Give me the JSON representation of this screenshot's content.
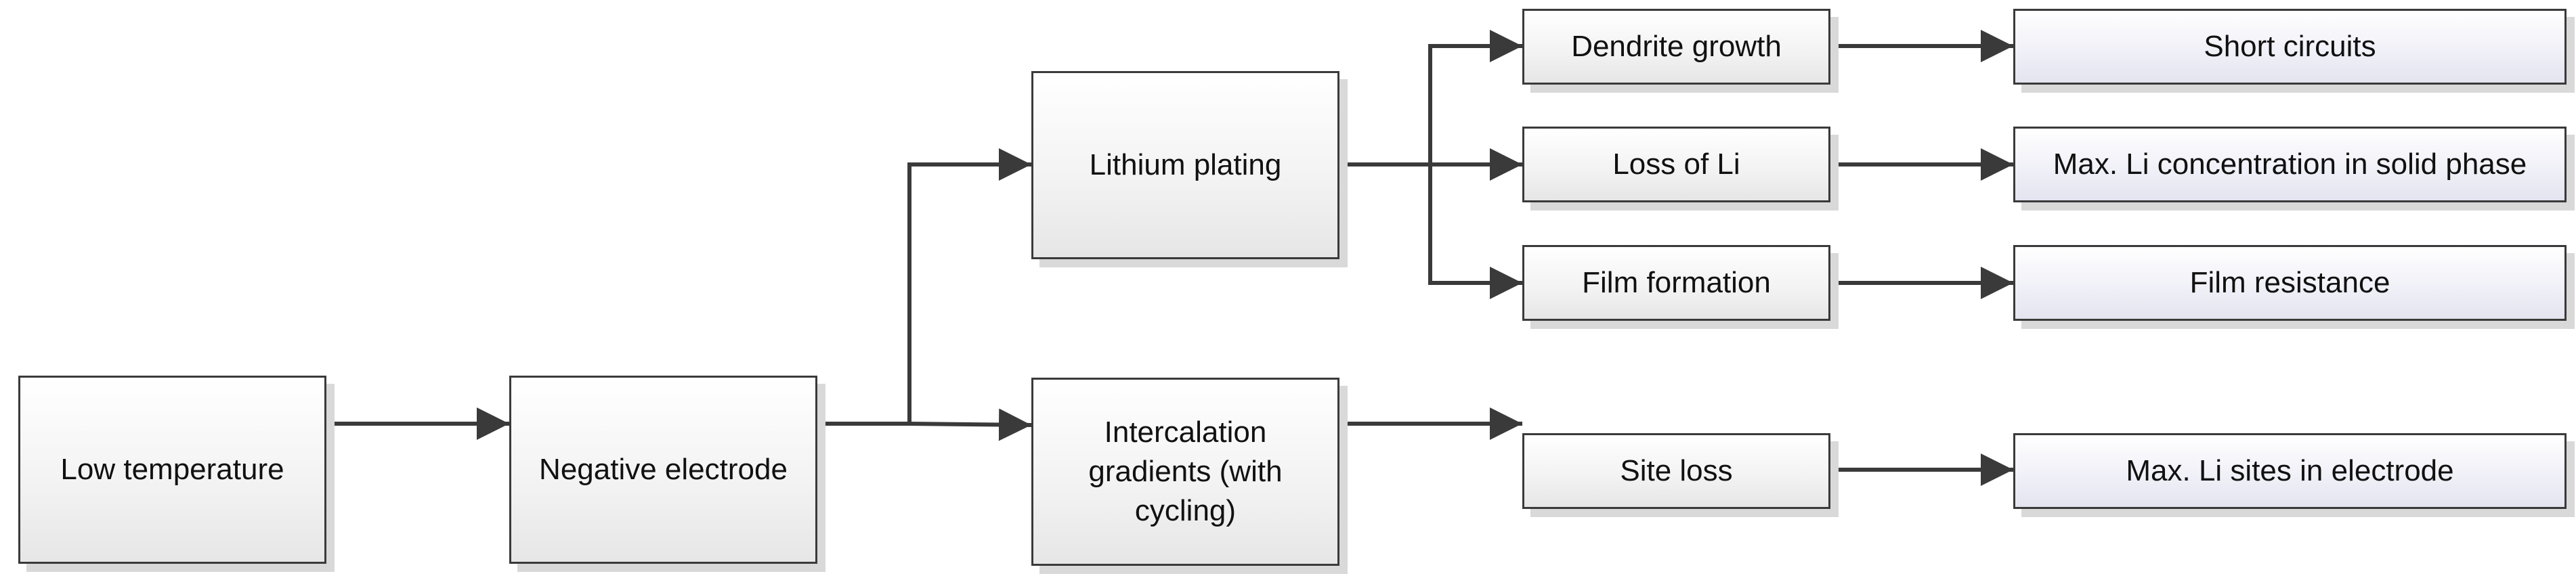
{
  "nodes": {
    "low_temperature": "Low temperature",
    "negative_electrode": "Negative electrode",
    "lithium_plating": "Lithium plating",
    "intercalation_gradients": "Intercalation\ngradients (with\ncycling)",
    "dendrite_growth": "Dendrite growth",
    "loss_of_li": "Loss of Li",
    "film_formation": "Film formation",
    "site_loss": "Site loss",
    "short_circuits": "Short circuits",
    "max_li_concentration": "Max. Li concentration in solid phase",
    "film_resistance": "Film resistance",
    "max_li_sites": "Max. Li sites in electrode"
  },
  "colors": {
    "line": "#3a3a3a",
    "mechanism_fill": "#f2f2f2",
    "outcome_fill": "#ececf6"
  }
}
